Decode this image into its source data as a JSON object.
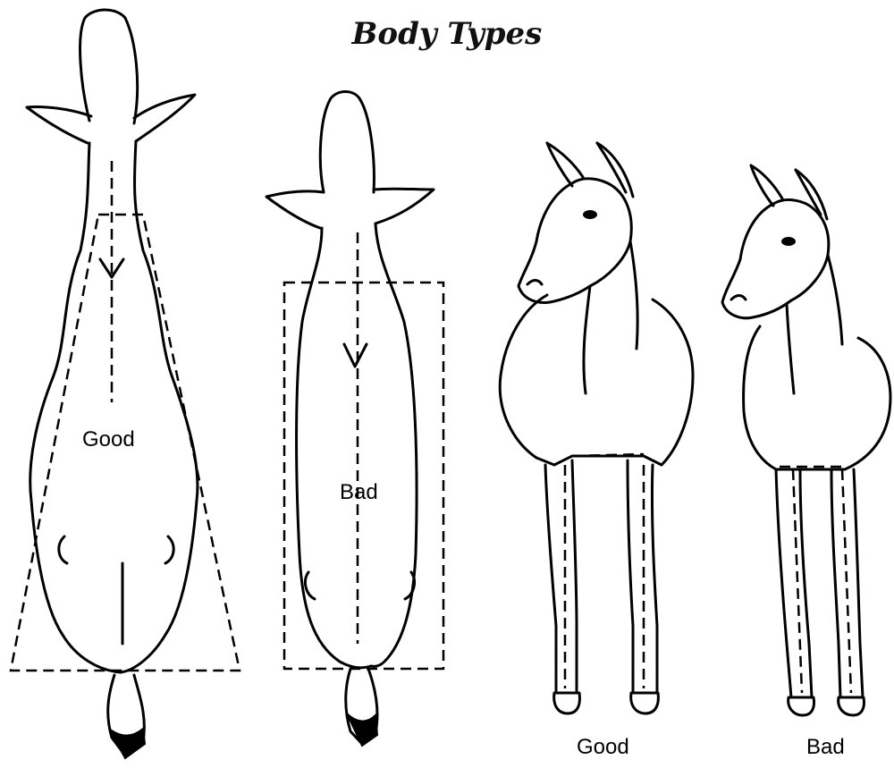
{
  "title": "Body Types",
  "labels": {
    "top_good": "Good",
    "top_bad": "Bad",
    "front_good": "Good",
    "front_bad": "Bad"
  }
}
